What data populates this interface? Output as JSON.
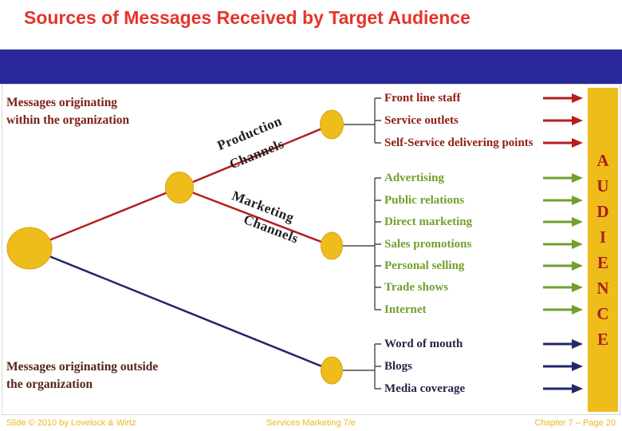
{
  "title": "Sources of Messages Received by Target Audience",
  "diagram": {
    "origin_inside": "Messages originating within the organization",
    "origin_outside": "Messages originating outside the organization",
    "production_channels": {
      "line1": "Production",
      "line2": "Channels"
    },
    "marketing_channels": {
      "line1": "Marketing",
      "line2": "Channels"
    },
    "groups": [
      {
        "name": "internal-channels",
        "color": "#8f1d12",
        "items": [
          "Front line staff",
          "Service outlets",
          "Self-Service delivering points"
        ]
      },
      {
        "name": "marketing-channels",
        "color": "#71a02c",
        "items": [
          "Advertising",
          "Public relations",
          "Direct marketing",
          "Sales promotions",
          "Personal selling",
          "Trade shows",
          "Internet"
        ]
      },
      {
        "name": "outside-sources",
        "color": "#232747",
        "items": [
          "Word of mouth",
          "Blogs",
          "Media coverage"
        ]
      }
    ],
    "audience_letters": [
      "A",
      "U",
      "D",
      "I",
      "E",
      "N",
      "C",
      "E"
    ]
  },
  "colors": {
    "title": "#e6342a",
    "band": "#28289a",
    "node_fill": "#efbd1b",
    "line_internal_red": "#b51e1e",
    "line_outside_navy": "#232768",
    "audience_bar": "#efbd1b",
    "audience_letter": "#a8201a",
    "footer_text": "#eab81f"
  },
  "footer": {
    "left": "Slide © 2010 by Lovelock & Wirtz",
    "center": "Services Marketing 7/e",
    "right": "Chapter 7 – Page 20"
  }
}
